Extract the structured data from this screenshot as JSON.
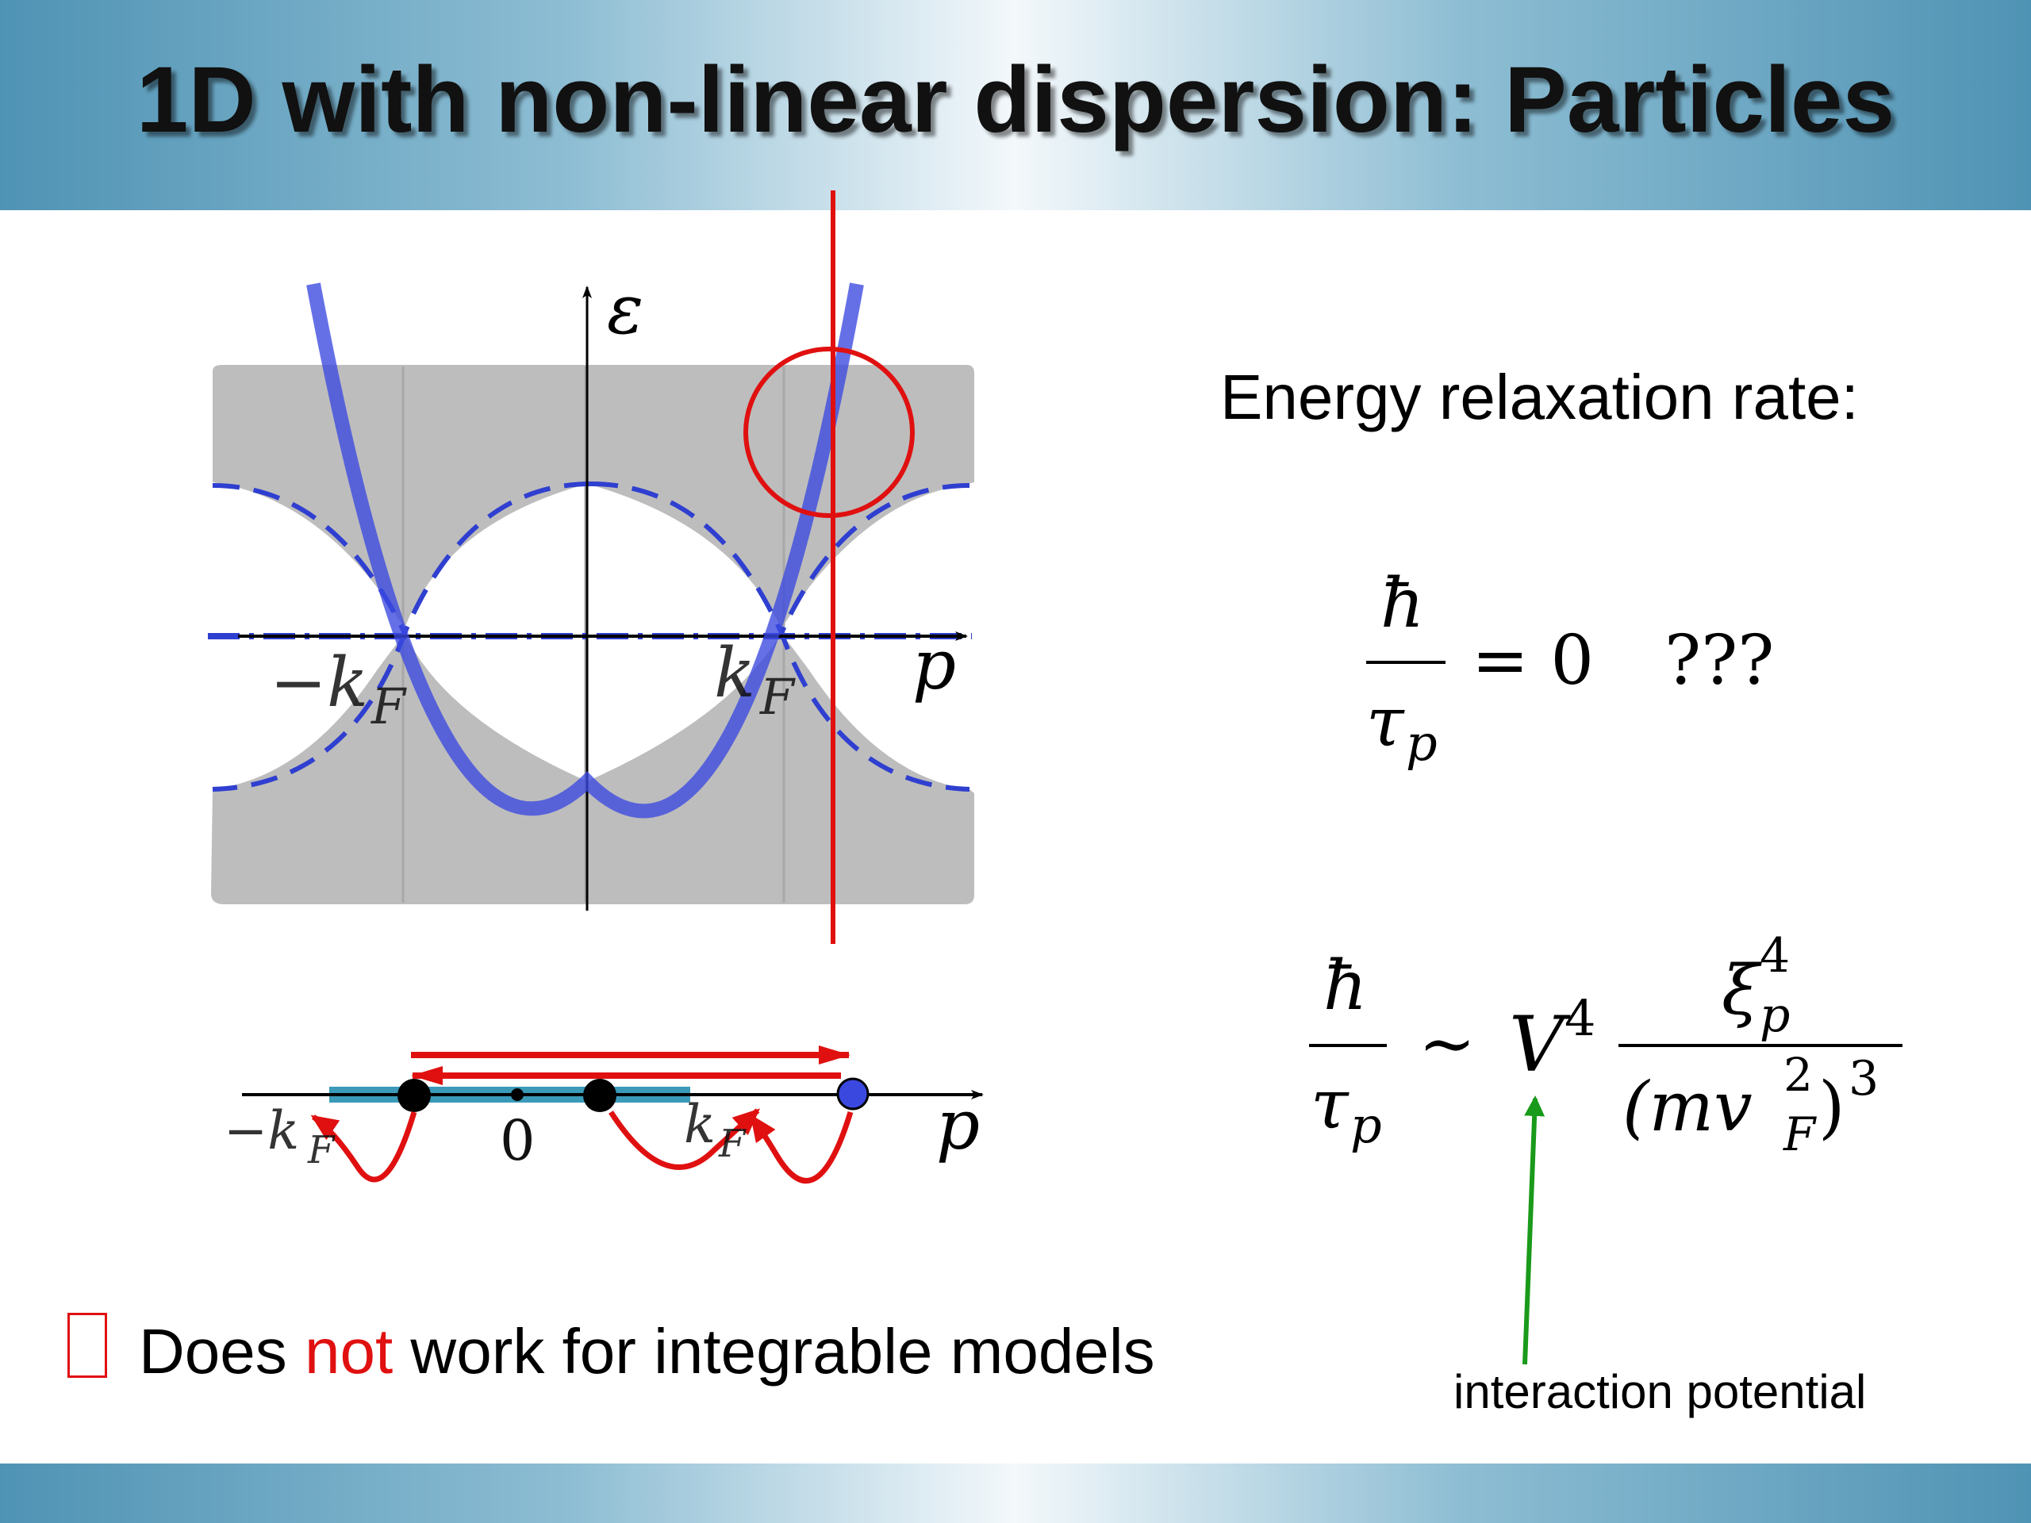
{
  "slide": {
    "title": "1D with non-linear dispersion:  Particles"
  },
  "diagram": {
    "axis_energy_label": "ε",
    "axis_momentum_label": "p",
    "minus_kf_label": "−k",
    "kf_label": "k",
    "kf_subscript": "F",
    "zero_label": "0"
  },
  "right_panel": {
    "heading": "Energy relaxation rate:",
    "eq1": {
      "num": "ħ",
      "den_main": "τ",
      "den_sub": "p",
      "rhs": "= 0",
      "question": "???"
    },
    "eq2": {
      "num": "ħ",
      "den_main": "τ",
      "den_sub": "p",
      "sim": "∼",
      "v": "V",
      "v_pow": "4",
      "xi": "ξ",
      "xi_pow": "4",
      "xi_sub": "p",
      "den_open": "(mv",
      "vf_pow": "2",
      "vf_sub": "F",
      "den_close": ")",
      "den_pow": "3"
    },
    "annotation": "interaction potential"
  },
  "bullet": {
    "prefix": "Does ",
    "highlight": "not",
    "suffix": " work for integrable models"
  },
  "colors": {
    "accent_red": "#e01010",
    "dispersion_blue": "#3a48e0",
    "shade_gray": "#bdbdbd",
    "arrow_green": "#1a9a1a",
    "band_teal": "#3a9ab8"
  }
}
